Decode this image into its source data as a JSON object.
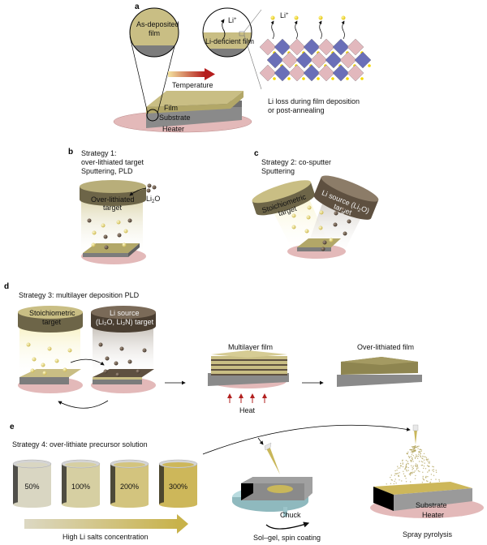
{
  "figure": {
    "panels": {
      "a": {
        "letter": "a",
        "zoom_left_label_1": "As-deposited",
        "zoom_left_label_2": "film",
        "zoom_right_label": "Li-deficient film",
        "li_ion": "Li",
        "li_ion_sup": "+",
        "arrow_label": "Temperature",
        "film_label": "Film",
        "substrate_label": "Substrate",
        "heater_label": "Heater",
        "crystal_li_label": "Li",
        "crystal_li_sup": "+",
        "caption_1": "Li loss during film deposition",
        "caption_2": "or post-annealing"
      },
      "b": {
        "letter": "b",
        "title_1": "Strategy 1:",
        "title_2": "over-lithiated target",
        "title_3": "Sputtering, PLD",
        "target_1": "Over-lithiated",
        "target_2": "target",
        "additive": "Li",
        "additive_sub": "2",
        "additive_tail": "O"
      },
      "c": {
        "letter": "c",
        "title_1": "Strategy 2: co-sputter",
        "title_2": "Sputtering",
        "target_left_1": "Stoichiometric",
        "target_left_2": "target",
        "target_right_1": "Li source (Li",
        "target_right_sub": "2",
        "target_right_tail": "O)",
        "target_right_2": "target"
      },
      "d": {
        "letter": "d",
        "title": "Strategy 3: multilayer deposition PLD",
        "target_left_1": "Stoichiometric",
        "target_left_2": "target",
        "target_right_1": "Li source",
        "target_right_2": "(Li₂O, Li₃N) target",
        "multilayer_label": "Multilayer film",
        "heat_label": "Heat",
        "result_label": "Over-lithiated film"
      },
      "e": {
        "letter": "e",
        "title": "Strategy 4: over-lithiate precursor solution",
        "beakers": [
          {
            "label": "50%",
            "color": "#d9d6c2"
          },
          {
            "label": "100%",
            "color": "#d6cfa2"
          },
          {
            "label": "200%",
            "color": "#d3c47e"
          },
          {
            "label": "300%",
            "color": "#cdb75a"
          }
        ],
        "gradient_label": "High Li salts concentration",
        "chuck_label": "Chuck",
        "spin_label": "Sol–gel, spin coating",
        "substrate_label": "Substrate",
        "heater_label": "Heater",
        "spray_label": "Spray pyrolysis"
      }
    },
    "colors": {
      "film": "#c9be84",
      "film_dark": "#a89e5e",
      "substrate": "#8a8a8a",
      "heater": "#e3b9b9",
      "li_source": "#5e5040",
      "arrow_red": "#b2201f",
      "octa_blue": "#6a6fb8",
      "octa_pink": "#e2b8bd",
      "li_yellow": "#f4d800",
      "chuck": "#b9dbdf"
    }
  }
}
